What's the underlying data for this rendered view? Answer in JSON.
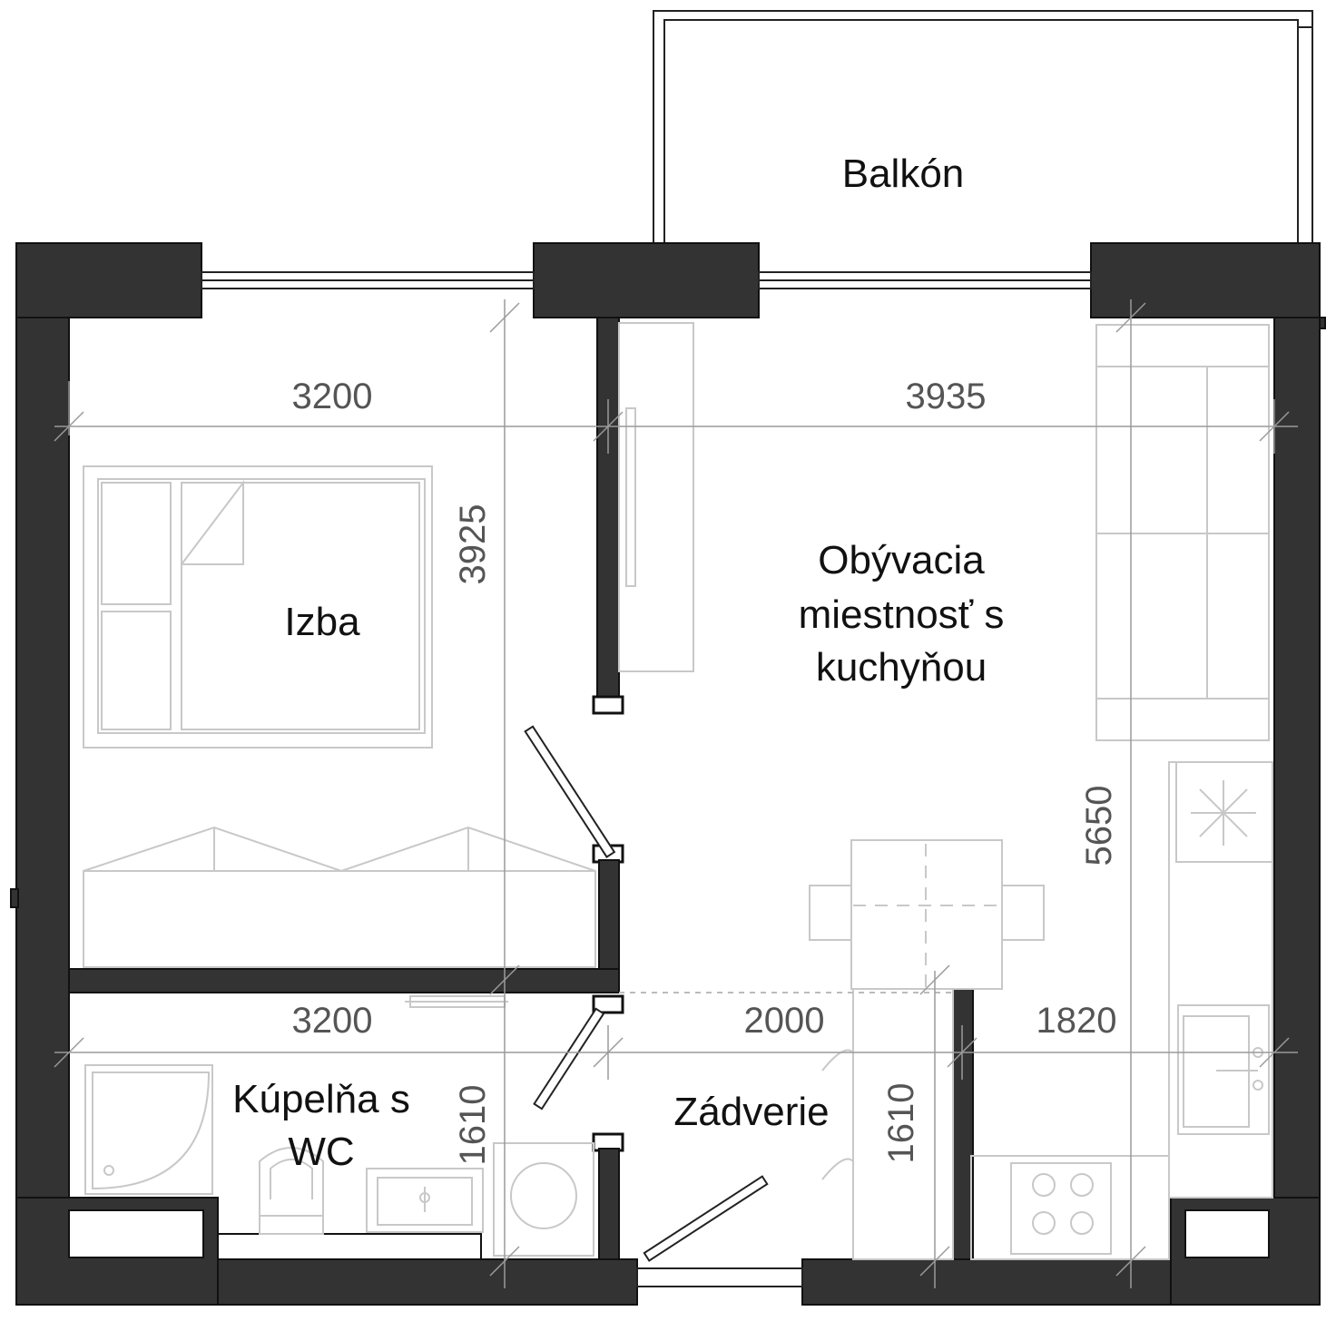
{
  "rooms": {
    "balcony": "Balkón",
    "bedroom": "Izba",
    "living_line1": "Obývacia",
    "living_line2": "miestnosť s",
    "living_line3": "kuchyňou",
    "bathroom_line1": "Kúpelňa s",
    "bathroom_line2": "WC",
    "hall": "Zádverie"
  },
  "dimensions": {
    "bedroom_width": "3200",
    "living_width": "3935",
    "bedroom_depth": "3925",
    "living_depth": "5650",
    "bathroom_width": "3200",
    "hall_width": "2000",
    "kitchen_width": "1820",
    "bathroom_depth": "1610",
    "hall_depth": "1610"
  },
  "colors": {
    "wall": "#333333",
    "furniture": "#c8c8c8",
    "text": "#111111",
    "dimension_text": "#555555"
  }
}
